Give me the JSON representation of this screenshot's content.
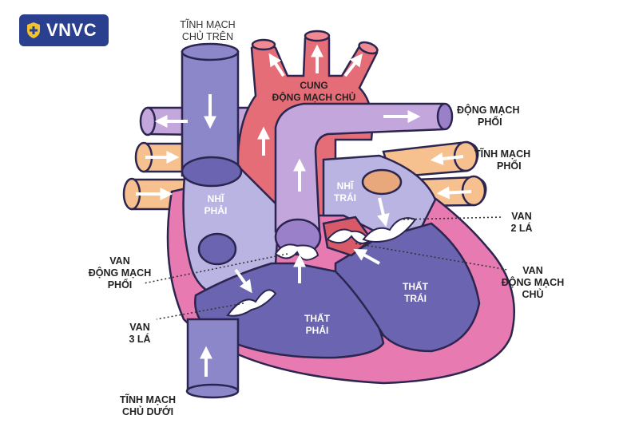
{
  "brand": {
    "logo_text": "VNVC",
    "logo_icon": "shield-plus-icon",
    "colors": {
      "logo_bg": "#2b3f8f",
      "logo_text": "#ffffff"
    }
  },
  "labels": {
    "svc": [
      "TĨNH MẠCH",
      "CHỦ TRÊN"
    ],
    "aortic_arch": [
      "CUNG",
      "ĐỘNG MẠCH CHỦ"
    ],
    "pulmonary_artery": [
      "ĐỘNG MẠCH",
      "PHỔI"
    ],
    "pulmonary_vein": [
      "TĨNH MẠCH",
      "PHỔI"
    ],
    "right_atrium": [
      "NHĨ",
      "PHẢI"
    ],
    "left_atrium": [
      "NHĨ",
      "TRÁI"
    ],
    "mitral_valve": [
      "VAN",
      "2 LÁ"
    ],
    "pulmonary_valve": [
      "VAN",
      "ĐỘNG MẠCH",
      "PHỔI"
    ],
    "aortic_valve": [
      "VAN",
      "ĐỘNG MẠCH",
      "CHỦ"
    ],
    "left_ventricle": [
      "THẤT",
      "TRÁI"
    ],
    "right_ventricle": [
      "THẤT",
      "PHẢI"
    ],
    "tricuspid_valve": [
      "VAN",
      "3 LÁ"
    ],
    "ivc": [
      "TĨNH MẠCH",
      "CHỦ DƯỚI"
    ]
  },
  "colors": {
    "vein_blue": "#8b87c9",
    "vein_blue_dark": "#6b64b0",
    "aorta_red": "#e56d78",
    "aorta_red_light": "#f08a92",
    "pulm_artery": "#c2a6dc",
    "pulm_vein": "#f6c08f",
    "heart_pink": "#e77ab0",
    "heart_pink_dark": "#c9529a",
    "atrium_light": "#b9b4e2",
    "valve_white": "#ffffff",
    "outline": "#2b2550",
    "arrow": "#ffffff"
  }
}
